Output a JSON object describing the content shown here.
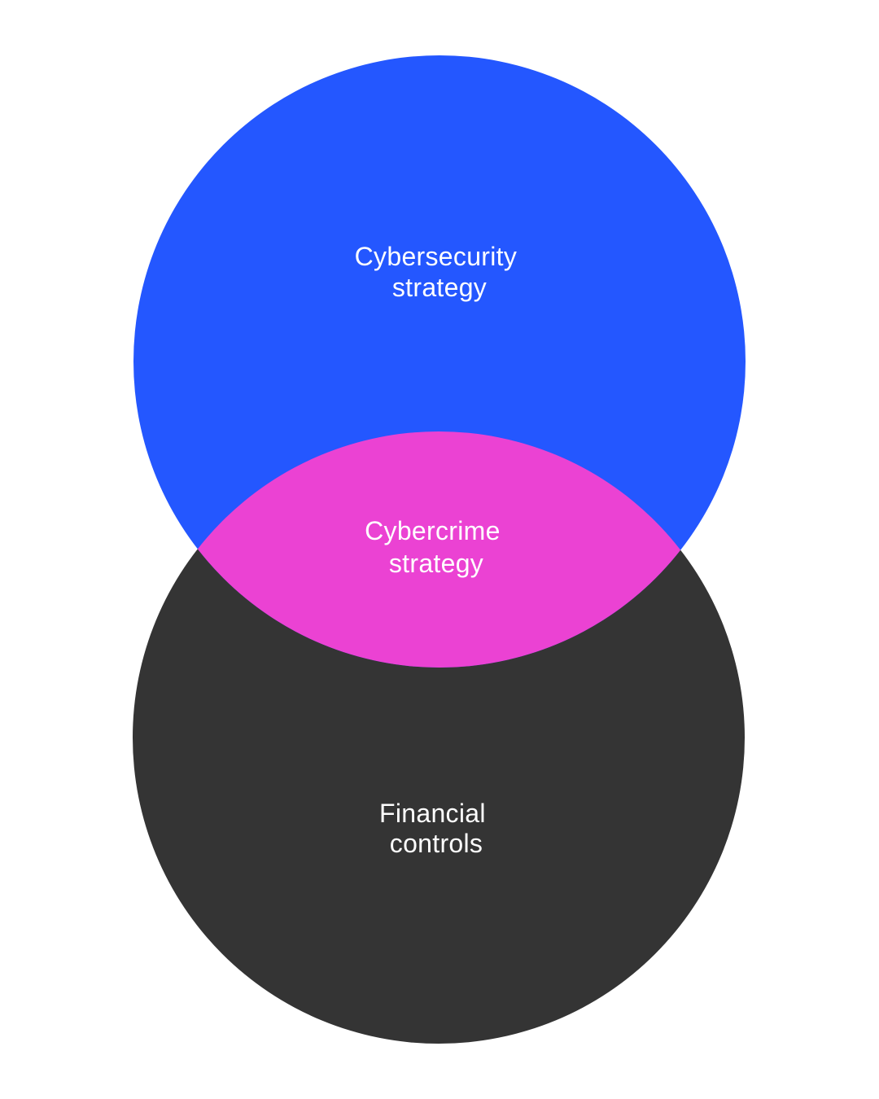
{
  "diagram": {
    "circles": [
      {
        "id": "top",
        "color": "#2457FF",
        "label_lines": [
          "Cybersecurity",
          "strategy"
        ]
      },
      {
        "id": "bottom",
        "color": "#343434",
        "label_lines": [
          "Financial",
          "controls"
        ]
      }
    ],
    "intersection": {
      "color": "#EB42D3",
      "label_lines": [
        "Cybercrime",
        "strategy"
      ]
    },
    "label_color": "#FFFFFF"
  }
}
